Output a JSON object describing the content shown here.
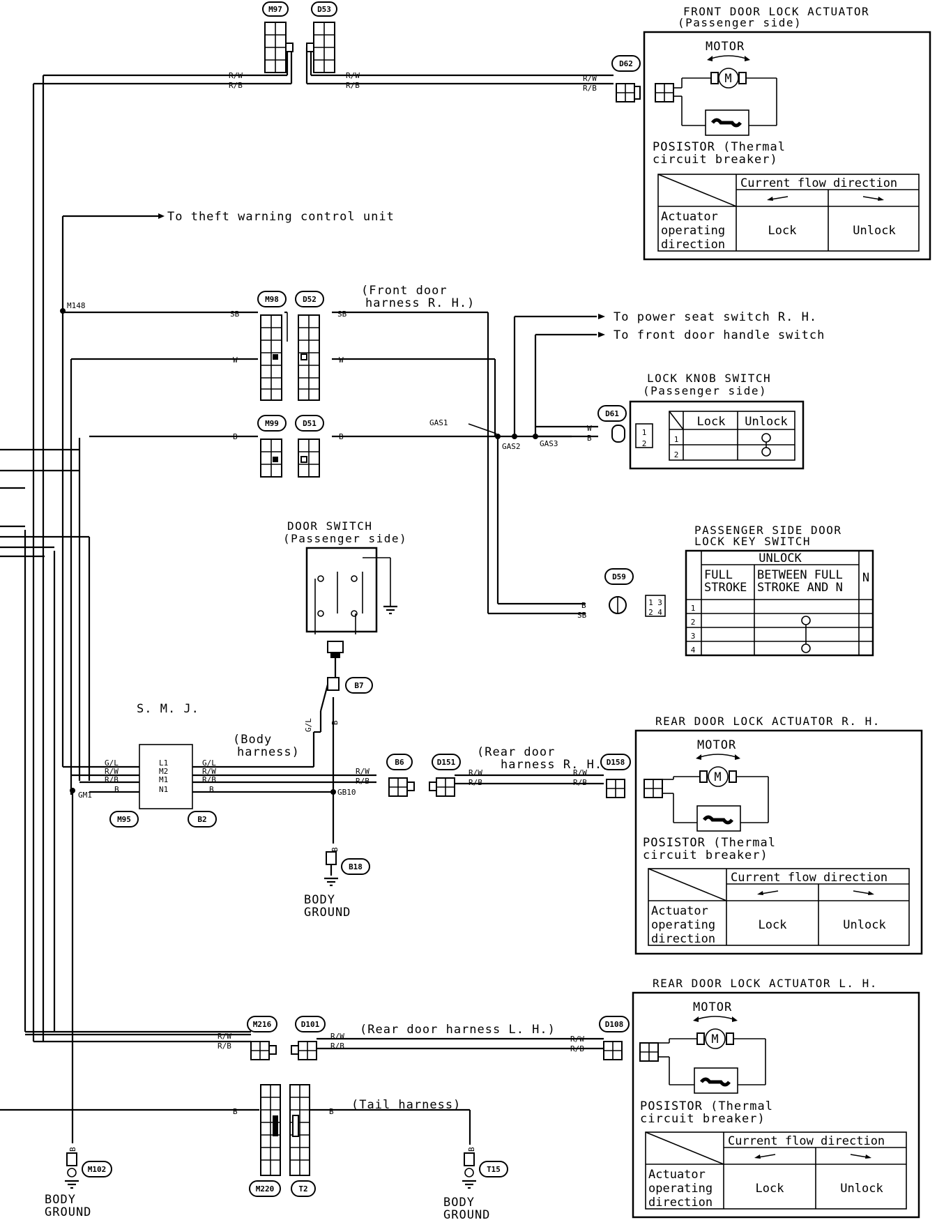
{
  "connectors": {
    "m97": "M97",
    "d53": "D53",
    "d62": "D62",
    "m98": "M98",
    "d52": "D52",
    "m99": "M99",
    "d51": "D51",
    "d61": "D61",
    "d59": "D59",
    "b7": "B7",
    "b6": "B6",
    "d151": "D151",
    "d158": "D158",
    "m95": "M95",
    "b2": "B2",
    "b18": "B18",
    "m216": "M216",
    "d101": "D101",
    "d108": "D108",
    "m102": "M102",
    "m220": "M220",
    "t2": "T2",
    "t15": "T15"
  },
  "wires": {
    "rw": "R/W",
    "rb": "R/B",
    "sb": "SB",
    "w": "W",
    "b": "B",
    "gl": "G/L"
  },
  "junctions": {
    "m148": "M148",
    "gas1": "GAS1",
    "gas2": "GAS2",
    "gas3": "GAS3",
    "gb10": "GB10",
    "gm1": "GM1"
  },
  "labels": {
    "theft": "To theft warning control unit",
    "power_seat": "To power seat switch R. H.",
    "door_handle": "To front door handle switch",
    "front_harness_1": "(Front door",
    "front_harness_2": "harness R. H.)",
    "body_harness_1": "(Body",
    "body_harness_2": "harness)",
    "rear_harness_rh_1": "(Rear door",
    "rear_harness_rh_2": "harness R. H.)",
    "rear_harness_lh": "(Rear door harness L. H.)",
    "tail_harness": "(Tail harness)",
    "smj": "S. M. J.",
    "body_ground_1": "BODY",
    "body_ground_2": "GROUND"
  },
  "smj_pins": {
    "l1": "L1",
    "m2": "M2",
    "m1": "M1",
    "n1": "N1"
  },
  "actuator_front": {
    "title": "FRONT DOOR LOCK ACTUATOR",
    "subtitle": "(Passenger side)"
  },
  "actuator_rear_rh": {
    "title": "REAR DOOR LOCK ACTUATOR R. H."
  },
  "actuator_rear_lh": {
    "title": "REAR DOOR LOCK ACTUATOR L. H."
  },
  "actuator_common": {
    "motor": "MOTOR",
    "posistor_1": "POSISTOR (Thermal",
    "posistor_2": "circuit breaker)",
    "current_flow": "Current flow direction",
    "row_1": "Actuator",
    "row_2": "operating",
    "row_3": "direction",
    "lock": "Lock",
    "unlock": "Unlock"
  },
  "lock_knob": {
    "title": "LOCK KNOB SWITCH",
    "subtitle": "(Passenger side)",
    "col_lock": "Lock",
    "col_unlock": "Unlock",
    "rows": [
      "1",
      "2"
    ]
  },
  "door_switch": {
    "title": "DOOR SWITCH",
    "subtitle": "(Passenger side)"
  },
  "key_switch": {
    "title_1": "PASSENGER SIDE DOOR",
    "title_2": "LOCK KEY SWITCH",
    "unlock": "UNLOCK",
    "full_1": "FULL",
    "full_2": "STROKE",
    "between_1": "BETWEEN FULL",
    "between_2": "STROKE AND N",
    "n": "N",
    "rows": [
      "1",
      "2",
      "3",
      "4"
    ]
  }
}
